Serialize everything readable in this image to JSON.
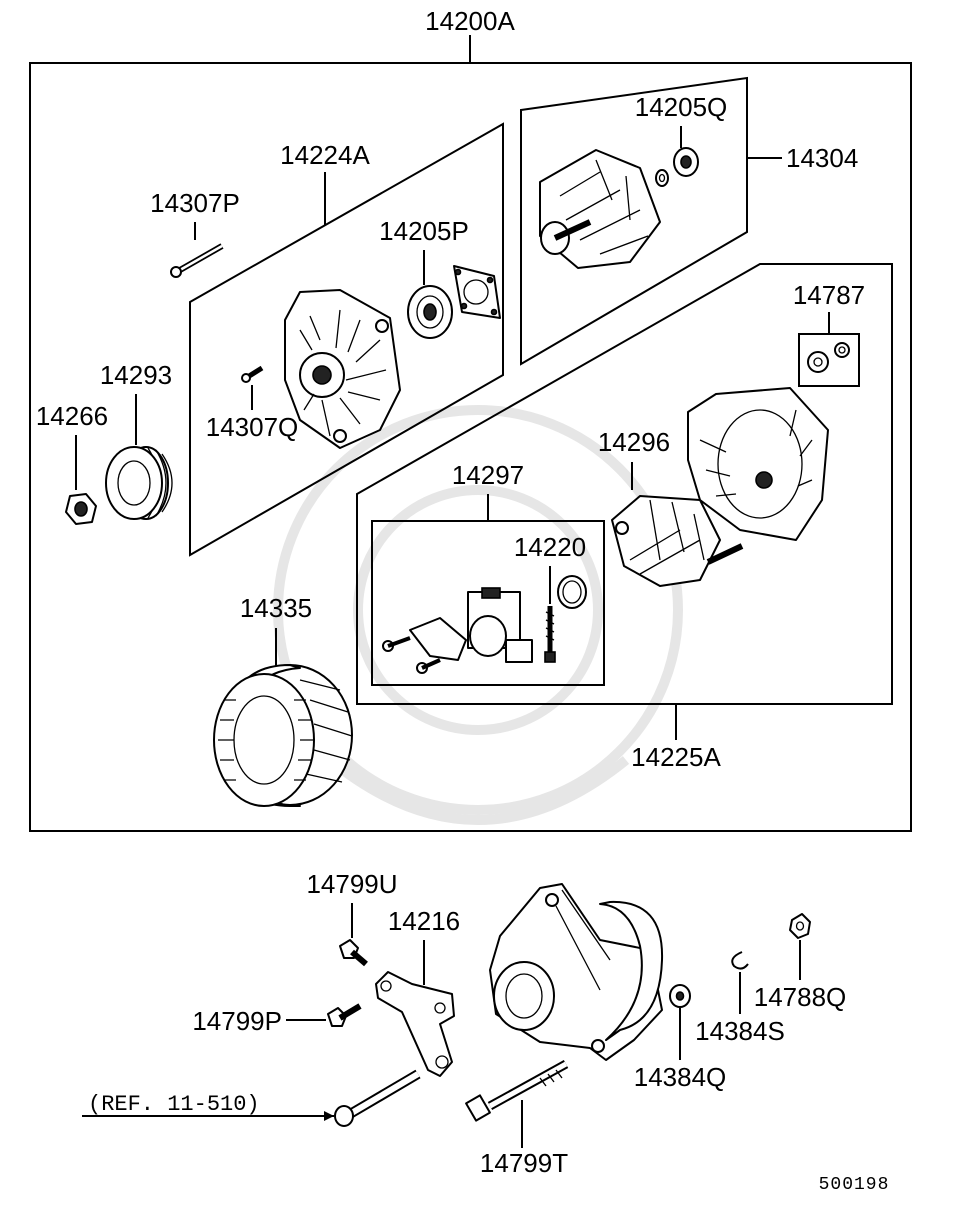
{
  "labels": {
    "assembly": "14200A",
    "rear_bracket_assy": "14224A",
    "front_bracket_assy": "14304",
    "bearing_front": "14205Q",
    "bearing_rear": "14205P",
    "through_bolt": "14307P",
    "screw": "14307Q",
    "pulley": "14293",
    "nut": "14266",
    "cap_set": "14787",
    "rectifier_assy": "14225A",
    "rectifier": "14296",
    "regulator_assy": "14297",
    "brush": "14220",
    "stator": "14335",
    "bolt_u": "14799U",
    "bracket": "14216",
    "bolt_p": "14799P",
    "bolt_t": "14799T",
    "washer_q": "14384Q",
    "washer_s": "14384S",
    "nut_q": "14788Q"
  },
  "reference": "(REF. 11-510)",
  "diagram_code": "500198",
  "icons": [
    "pulley-icon",
    "nut-icon",
    "bearing-icon",
    "stator-icon",
    "bracket-icon",
    "alternator-icon",
    "bolt-icon",
    "washer-icon"
  ]
}
